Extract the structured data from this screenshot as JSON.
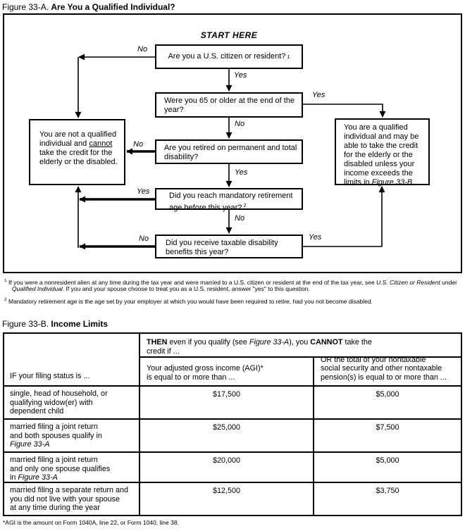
{
  "figure_a": {
    "title_prefix": "Figure 33-A.",
    "title": "Are You a Qualified Individual?",
    "start_here": "START HERE",
    "labels": {
      "yes": "Yes",
      "no": "No"
    },
    "q1": {
      "text": "Are you a U.S. citizen or resident?",
      "footnote_ref": "1"
    },
    "q2": {
      "lines": [
        "Were you 65 or older at the end of the",
        "year?"
      ]
    },
    "q3": {
      "lines": [
        "Are you retired on permanent and total",
        "disability?"
      ]
    },
    "q4": {
      "lines": [
        "Did you reach mandatory retirement",
        "age before this year?"
      ],
      "footnote_ref": "2"
    },
    "q5": {
      "lines": [
        "Did you receive taxable disability",
        "benefits this year?"
      ]
    },
    "not_qualified_box": {
      "line1": "You are not a qualified",
      "line2_pre": "individual and ",
      "line2_underlined": "cannot",
      "line3": "take the credit for the",
      "line4": "elderly or the disabled."
    },
    "qualified_box": {
      "lines": [
        "You are a qualified",
        "individual and may be",
        "able to take the credit",
        "for the elderly or the",
        "disabled unless your",
        "income exceeds the"
      ],
      "last_line_pre": "limits in ",
      "last_line_italic": "Figure 33-B",
      "last_line_post": "."
    },
    "footnote1": {
      "marker": "1",
      "pre": "If you were a nonresident alien at any time during the tax year and were married to a U.S. citizen or resident at the end of the tax year, see ",
      "italic1": "U.S. Citizen or Resident",
      "mid": " under ",
      "italic2": "Qualified Individual",
      "post": ". If you and your spouse choose to treat you as a U.S. resident, answer \"yes\" to this question."
    },
    "footnote2": {
      "marker": "2",
      "text": "Mandatory retirement age is the age set by your employer at which you would have been required to retire, had you not become disabled."
    }
  },
  "figure_b": {
    "title_prefix": "Figure 33-B.",
    "title": "Income Limits",
    "header": {
      "if_col": "IF your filing status is ...",
      "then": {
        "bold1": "THEN",
        "mid1": " even if you qualify (see ",
        "italic": "Figure 33-A",
        "mid2": "), you ",
        "bold2": "CANNOT",
        "post": " take the credit if ..."
      },
      "agi_col_lines": [
        "Your adjusted gross income (AGI)*",
        "is equal to or more than ..."
      ],
      "pension_col_lines": [
        "OR the total of your nontaxable",
        "social security and other nontaxable",
        "pension(s) is equal to or more than ..."
      ]
    },
    "rows": [
      {
        "status_lines": [
          "single, head of household, or",
          "qualifying widow(er) with",
          "dependent child"
        ],
        "agi": "$17,500",
        "pension": "$5,000"
      },
      {
        "status_lines": [
          "married filing a joint return",
          "and both spouses qualify in"
        ],
        "status_last_pre": "",
        "status_last_italic": "Figure 33-A",
        "agi": "$25,000",
        "pension": "$7,500"
      },
      {
        "status_lines": [
          "married filing a joint return",
          "and only one spouse qualifies"
        ],
        "status_last_pre": "in ",
        "status_last_italic": "Figure 33-A",
        "agi": "$20,000",
        "pension": "$5,000"
      },
      {
        "status_lines": [
          "married filing a separate return and",
          "you did not live with your spouse",
          "at any time during the year"
        ],
        "agi": "$12,500",
        "pension": "$3,750"
      }
    ],
    "footnote": "*AGI is the amount on Form 1040A, line 22, or Form 1040, line 38."
  }
}
